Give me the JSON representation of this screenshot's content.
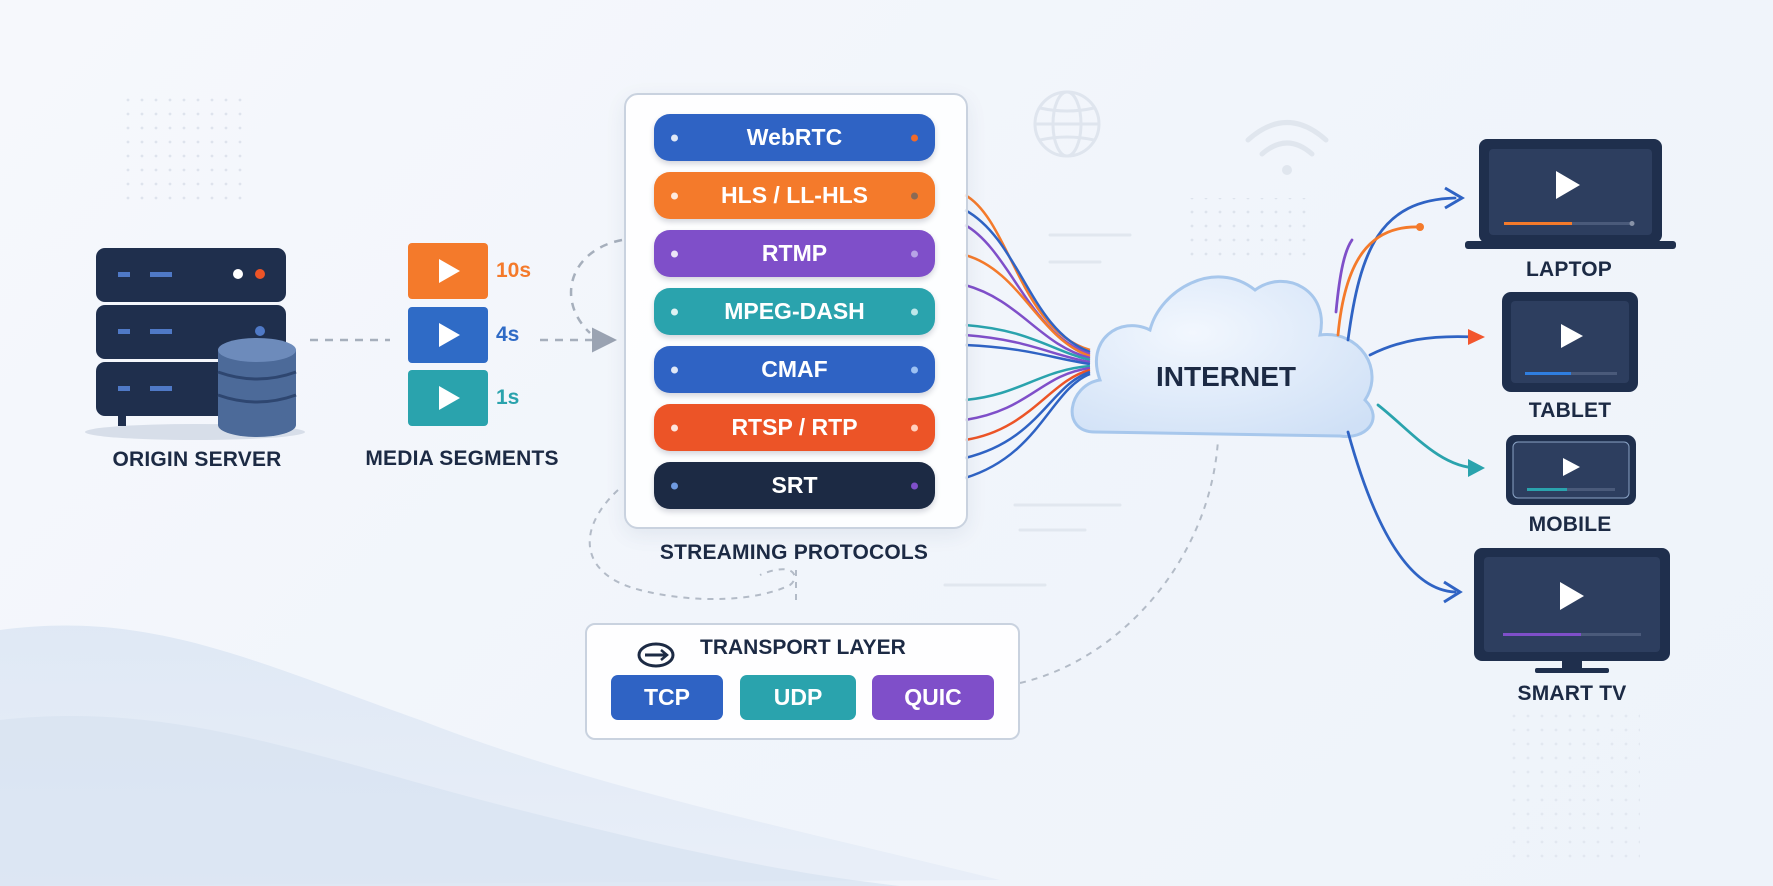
{
  "origin": {
    "label": "ORIGIN SERVER"
  },
  "segments": {
    "label": "MEDIA SEGMENTS",
    "items": [
      {
        "duration": "10s",
        "color": "#f47a2b"
      },
      {
        "duration": "4s",
        "color": "#2f6bc6"
      },
      {
        "duration": "1s",
        "color": "#2aa3ad"
      }
    ]
  },
  "protocols": {
    "label": "STREAMING PROTOCOLS",
    "items": [
      {
        "name": "WebRTC",
        "color": "#2f63c4",
        "dot_right": "#f06a2a"
      },
      {
        "name": "HLS / LL-HLS",
        "color": "#f47a2b",
        "dot_right": "#8a6a55"
      },
      {
        "name": "RTMP",
        "color": "#7f4fc9",
        "dot_right": "#b7a4e6"
      },
      {
        "name": "MPEG-DASH",
        "color": "#2aa3ad",
        "dot_right": "#bfe7ea"
      },
      {
        "name": "CMAF",
        "color": "#2f63c4",
        "dot_right": "#9dc1f2"
      },
      {
        "name": "RTSP / RTP",
        "color": "#ec5427",
        "dot_right": "#ffd1bf"
      },
      {
        "name": "SRT",
        "color": "#1c2a44",
        "dot_right": "#7f4fc9"
      }
    ]
  },
  "transport": {
    "label": "TRANSPORT LAYER",
    "protocols": [
      {
        "name": "TCP",
        "color": "#2f63c4"
      },
      {
        "name": "UDP",
        "color": "#2aa3ad"
      },
      {
        "name": "QUIC",
        "color": "#7f4fc9"
      }
    ]
  },
  "internet": {
    "label": "INTERNET"
  },
  "devices": [
    {
      "name": "LAPTOP",
      "accent": "#f47a2b"
    },
    {
      "name": "TABLET",
      "accent": "#2f63c4"
    },
    {
      "name": "MOBILE",
      "accent": "#2aa3ad"
    },
    {
      "name": "SMART TV",
      "accent": "#7f4fc9"
    }
  ]
}
